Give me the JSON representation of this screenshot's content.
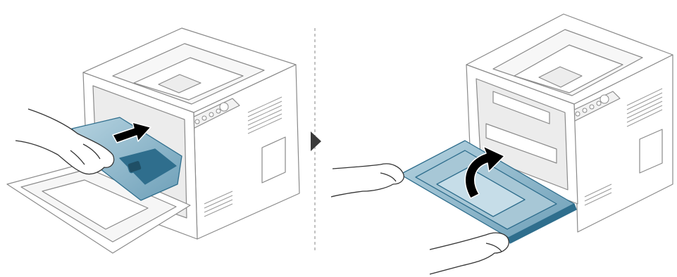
{
  "illustration": {
    "steps": [
      {
        "name": "insert-toner-cartridge",
        "arrow": "push-arrow"
      },
      {
        "name": "close-front-cover",
        "arrow": "curved-close-arrow"
      }
    ],
    "divider": "dashed-vertical-line",
    "step_indicator": "right-triangle-icon",
    "colors": {
      "outline": "#8a8a8a",
      "highlight_fill": "#8fb8cc",
      "highlight_dark": "#2f6e8d",
      "arrow": "#000000",
      "background": "#ffffff"
    }
  }
}
